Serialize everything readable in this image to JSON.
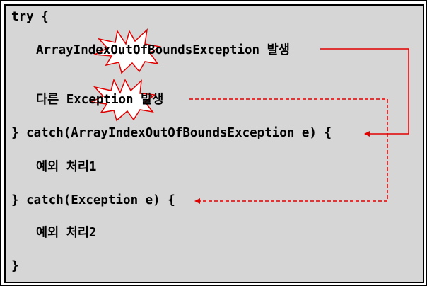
{
  "code": {
    "try_open": "try {",
    "throw1": "ArrayIndexOutOfBoundsException 발생",
    "throw2": "다른 Exception 발생",
    "catch1": "} catch(ArrayIndexOutOfBoundsException e) {",
    "handler1": "예외 처리1",
    "catch2": "} catch(Exception e) {",
    "handler2": "예외 처리2",
    "close": "}"
  },
  "colors": {
    "background": "#d6d6d6",
    "border": "#000000",
    "arrow": "#e00000",
    "burst_fill": "#ffffff",
    "burst_stroke": "#e00000"
  }
}
